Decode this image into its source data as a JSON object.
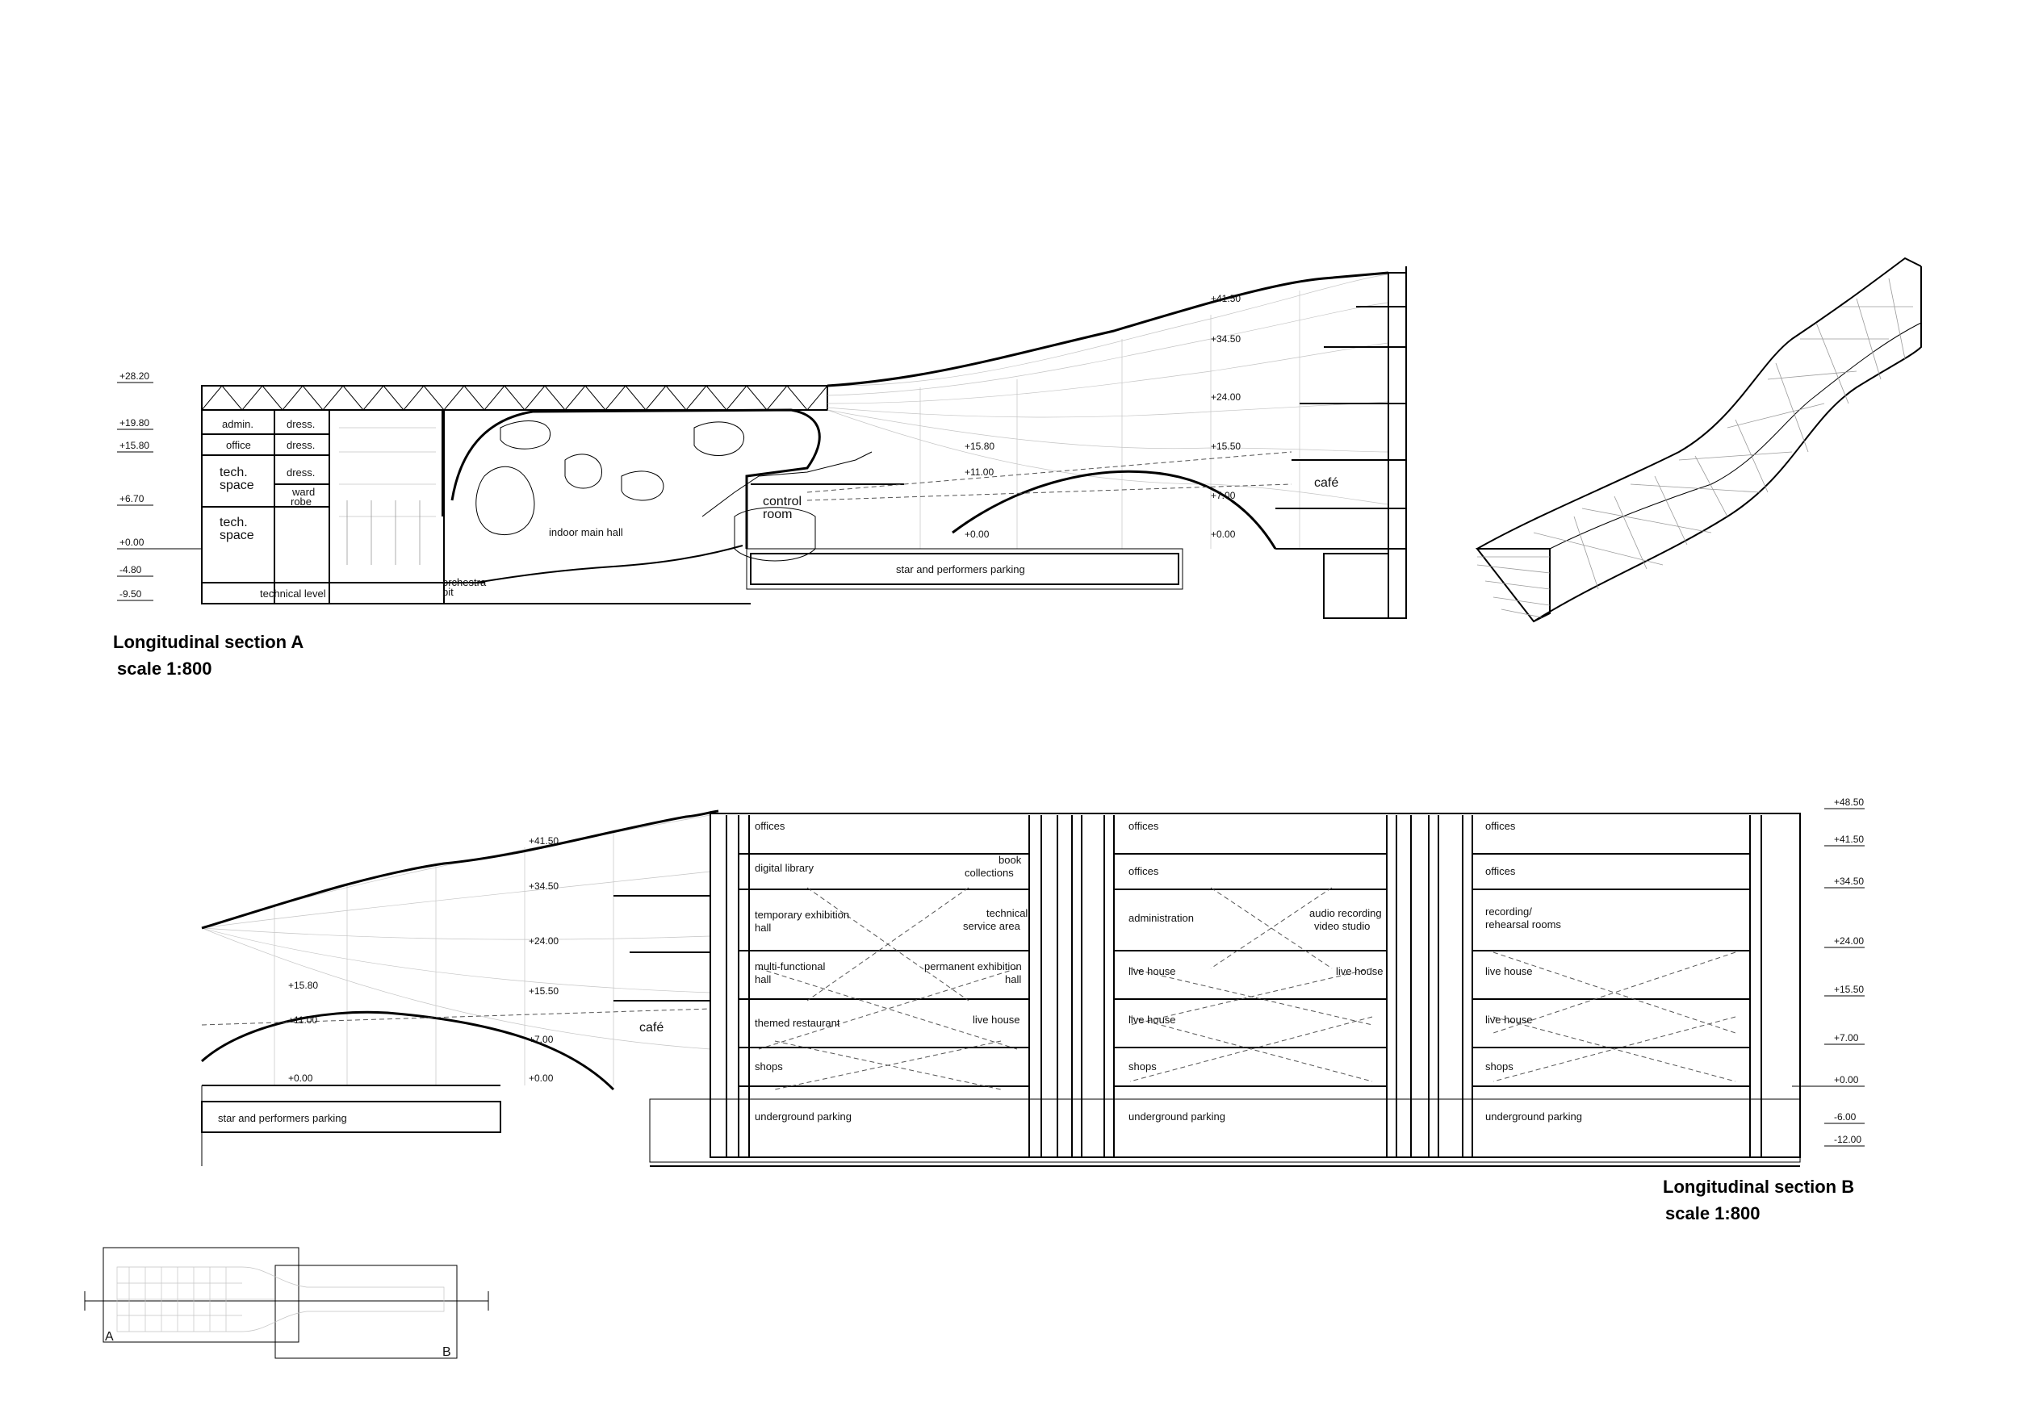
{
  "section_a": {
    "title": "Longitudinal section A",
    "scale": "scale 1:800",
    "levels_left": [
      "+28.20",
      "+19.80",
      "+15.80",
      "+6.70",
      "+0.00",
      "-4.80",
      "-9.50"
    ],
    "levels_inner": [
      "+41.50",
      "+34.50",
      "+24.00",
      "+15.80",
      "+15.50",
      "+11.00",
      "+7.00",
      "+0.00",
      "+0.00"
    ],
    "rooms": {
      "admin": "admin.",
      "dress1": "dress.",
      "office": "office",
      "dress2": "dress.",
      "tech1_line1": "tech.",
      "tech1_line2": "space",
      "dress3": "dress.",
      "ward_line1": "ward",
      "ward_line2": "robe",
      "tech2_line1": "tech.",
      "tech2_line2": "space",
      "technical_level": "technical level",
      "orch_line1": "orchestra",
      "orch_line2": "pit",
      "main_hall": "indoor main hall",
      "control_line1": "control",
      "control_line2": "room",
      "parking": "star and performers parking",
      "cafe": "café"
    }
  },
  "section_b": {
    "title": "Longitudinal section B",
    "scale": "scale 1:800",
    "levels_right": [
      "+48.50",
      "+41.50",
      "+34.50",
      "+24.00",
      "+15.50",
      "+7.00",
      "+0.00",
      "-6.00",
      "-12.00"
    ],
    "levels_inner": [
      "+41.50",
      "+34.50",
      "+24.00",
      "+15.80",
      "+15.50",
      "+11.00",
      "+7.00",
      "+0.00",
      "+0.00"
    ],
    "cafe": "café",
    "parking": "star and performers parking",
    "tower1": {
      "offices": "offices",
      "digital_library": "digital library",
      "book_line1": "book",
      "book_line2": "collections",
      "temp_line1": "temporary exhibition",
      "temp_line2": "hall",
      "techsvc_line1": "technical",
      "techsvc_line2": "service area",
      "multi_line1": "multi-functional",
      "multi_line2": "hall",
      "perm_line1": "permanent exhibition",
      "perm_line2": "hall",
      "themed": "themed restaurant",
      "live": "live house",
      "shops": "shops",
      "parking": "underground parking"
    },
    "tower2": {
      "offices1": "offices",
      "offices2": "offices",
      "administration": "administration",
      "audio_line1": "audio recording",
      "audio_line2": "video studio",
      "live1": "live house",
      "live2": "live house",
      "live3": "live house",
      "shops": "shops",
      "parking": "underground parking"
    },
    "tower3": {
      "offices1": "offices",
      "offices2": "offices",
      "rec_line1": "recording/",
      "rec_line2": "rehearsal rooms",
      "live1": "live house",
      "live2": "live house",
      "shops": "shops",
      "parking": "underground parking"
    }
  },
  "key_plan": {
    "label_a": "A",
    "label_b": "B"
  }
}
